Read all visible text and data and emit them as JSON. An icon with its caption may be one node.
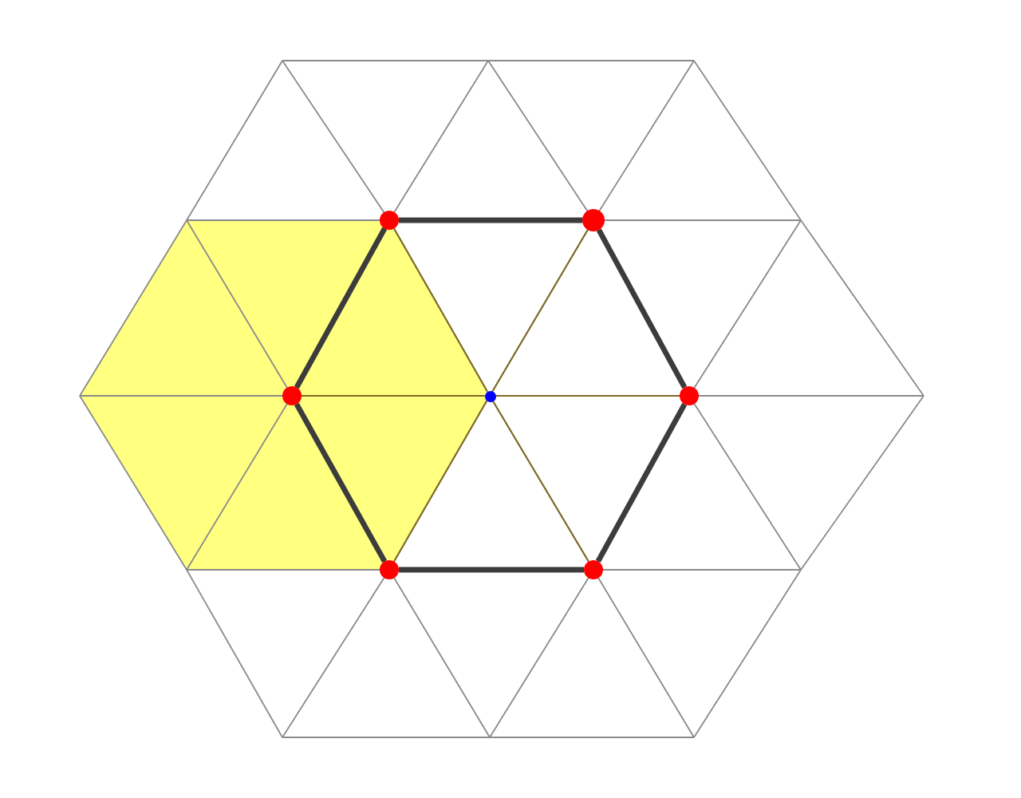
{
  "diagram": {
    "nodes": [
      {
        "text": [],
        "shape": "circle"
      },
      {
        "text": [],
        "shape": "circle"
      },
      {
        "text": [],
        "shape": "circle"
      },
      {
        "text": [],
        "shape": "circle"
      },
      {
        "text": [],
        "shape": "circle"
      },
      {
        "text": [],
        "shape": "circle"
      },
      {
        "text": [],
        "shape": "circle"
      }
    ],
    "edges": [
      {
        "from": 0,
        "to": 1,
        "arrow": "none",
        "style": "thick"
      },
      {
        "from": 1,
        "to": 4,
        "arrow": "none",
        "style": "thick"
      },
      {
        "from": 4,
        "to": 6,
        "arrow": "none",
        "style": "thick"
      },
      {
        "from": 6,
        "to": 5,
        "arrow": "none",
        "style": "thick"
      },
      {
        "from": 5,
        "to": 2,
        "arrow": "none",
        "style": "thick"
      },
      {
        "from": 2,
        "to": 0,
        "arrow": "none",
        "style": "thick"
      },
      {
        "from": 3,
        "to": 0,
        "arrow": "none",
        "color": "#7f6a22"
      },
      {
        "from": 3,
        "to": 1,
        "arrow": "none",
        "color": "#7f6a22"
      },
      {
        "from": 3,
        "to": 2,
        "arrow": "none",
        "color": "#7f6a22"
      },
      {
        "from": 3,
        "to": 4,
        "arrow": "none",
        "color": "#7f6a22"
      },
      {
        "from": 3,
        "to": 5,
        "arrow": "none",
        "color": "#7f6a22"
      },
      {
        "from": 3,
        "to": 6,
        "arrow": "none",
        "color": "#7f6a22"
      }
    ]
  }
}
